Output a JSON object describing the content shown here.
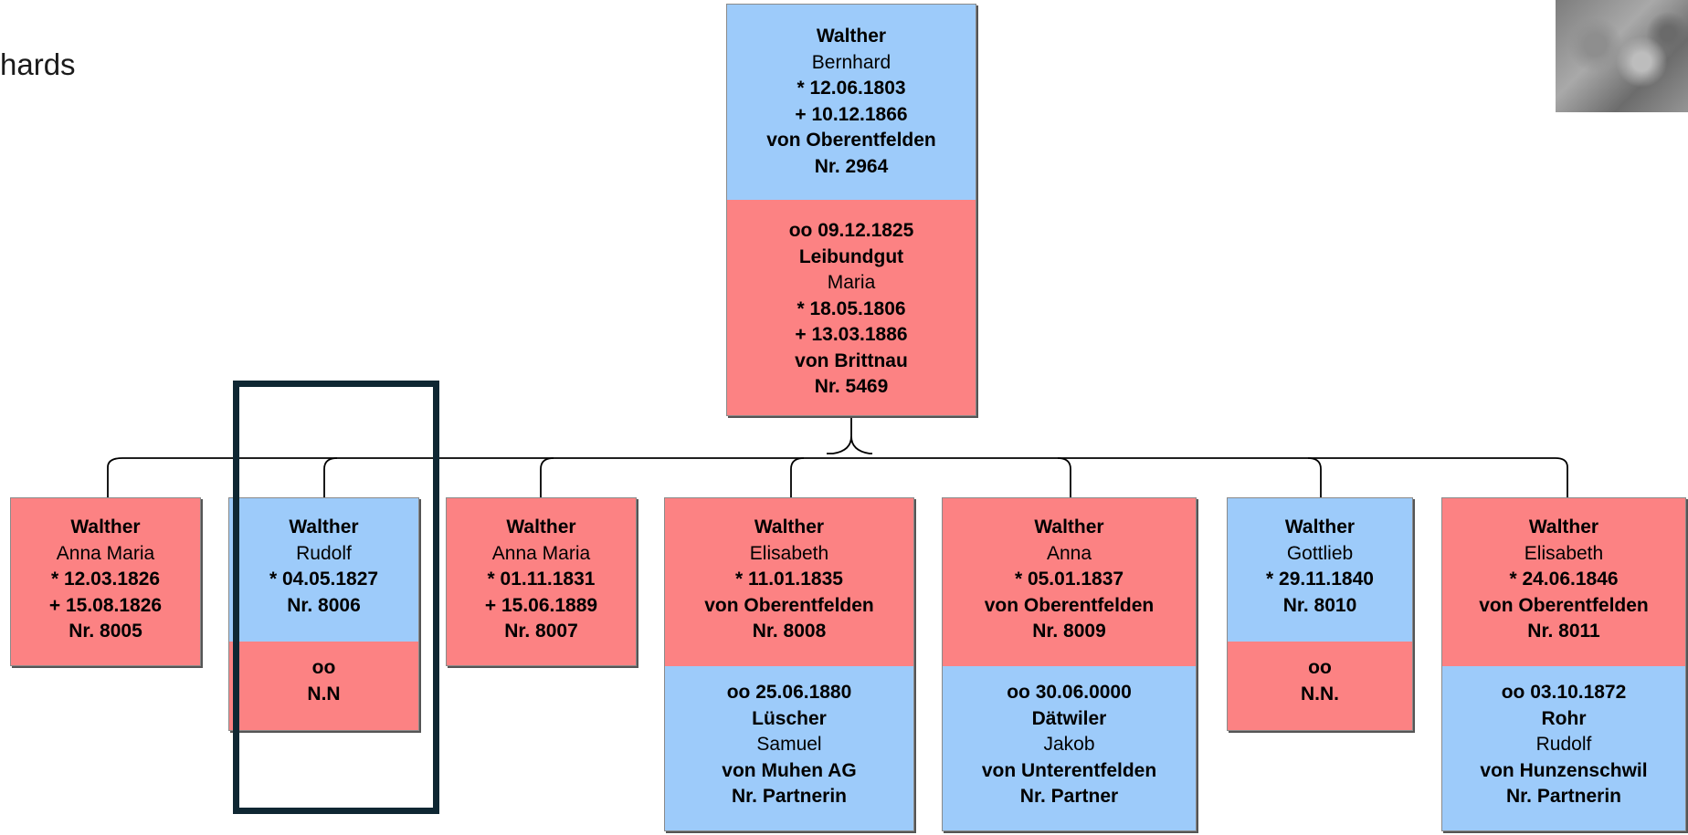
{
  "page": {
    "title_fragment": "hards"
  },
  "root": {
    "person": {
      "surname": "Walther",
      "given": "Bernhard",
      "born": "* 12.06.1803",
      "died": "+ 10.12.1866",
      "origin": "von Oberentfelden",
      "number": "Nr. 2964"
    },
    "spouse": {
      "marriage": "oo 09.12.1825",
      "surname": "Leibundgut",
      "given": "Maria",
      "born": "* 18.05.1806",
      "died": "+ 13.03.1886",
      "origin": "von Brittnau",
      "number": "Nr. 5469"
    }
  },
  "children": [
    {
      "surname": "Walther",
      "given": "Anna Maria",
      "born": "* 12.03.1826",
      "died": "+ 15.08.1826",
      "number": "Nr. 8005"
    },
    {
      "surname": "Walther",
      "given": "Rudolf",
      "born": "* 04.05.1827",
      "number": "Nr. 8006",
      "spouse": {
        "marriage": "oo",
        "name": "N.N"
      }
    },
    {
      "surname": "Walther",
      "given": "Anna Maria",
      "born": "* 01.11.1831",
      "died": "+ 15.06.1889",
      "number": "Nr. 8007"
    },
    {
      "surname": "Walther",
      "given": "Elisabeth",
      "born": "* 11.01.1835",
      "origin": "von Oberentfelden",
      "number": "Nr. 8008",
      "spouse": {
        "marriage": "oo 25.06.1880",
        "surname": "Lüscher",
        "given": "Samuel",
        "origin": "von Muhen AG",
        "number": "Nr. Partnerin"
      }
    },
    {
      "surname": "Walther",
      "given": "Anna",
      "born": "* 05.01.1837",
      "origin": "von Oberentfelden",
      "number": "Nr. 8009",
      "spouse": {
        "marriage": "oo 30.06.0000",
        "surname": "Dätwiler",
        "given": "Jakob",
        "origin": "von Unterentfelden",
        "number": "Nr. Partner"
      }
    },
    {
      "surname": "Walther",
      "given": "Gottlieb",
      "born": "* 29.11.1840",
      "number": "Nr. 8010",
      "spouse": {
        "marriage": "oo",
        "name": "N.N."
      }
    },
    {
      "surname": "Walther",
      "given": "Elisabeth",
      "born": "* 24.06.1846",
      "origin": "von Oberentfelden",
      "number": "Nr. 8011",
      "spouse": {
        "marriage": "oo 03.10.1872",
        "surname": "Rohr",
        "given": "Rudolf",
        "origin": "von Hunzenschwil",
        "number": "Nr. Partnerin"
      }
    }
  ],
  "colors": {
    "male": "#9dcbfa",
    "female": "#fc8283",
    "connector": "#000000",
    "highlight_border": "#0f2733"
  }
}
